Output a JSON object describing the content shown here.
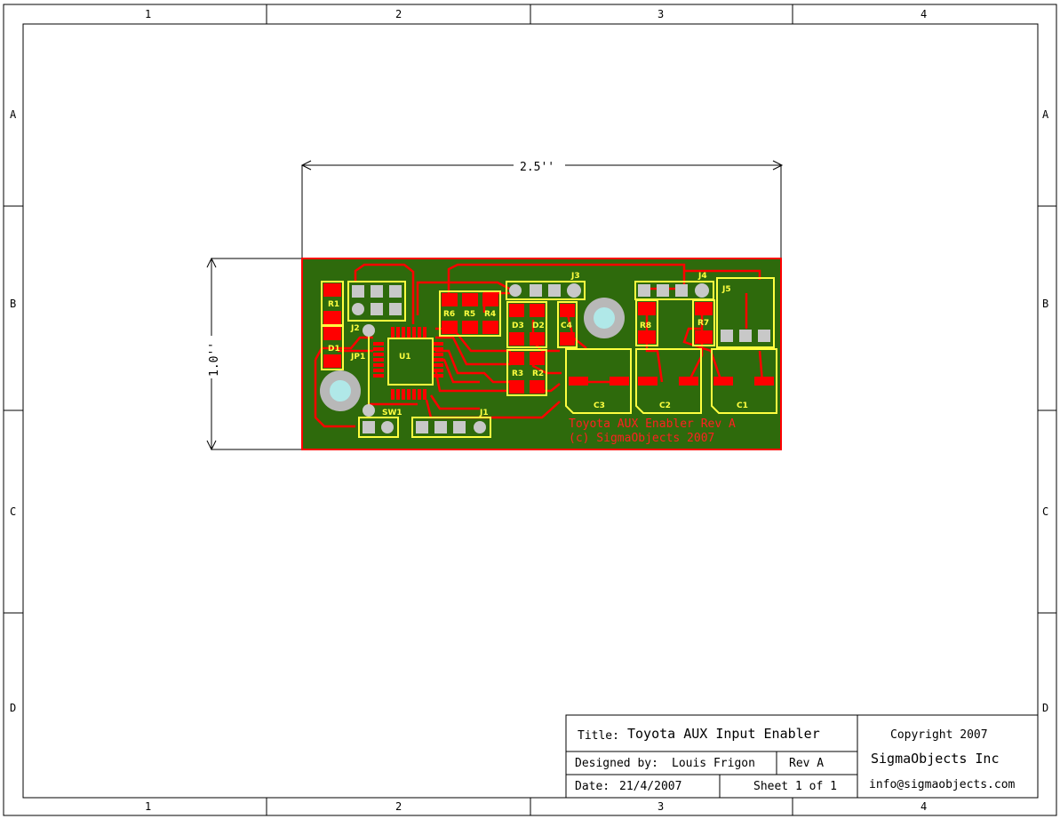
{
  "frame": {
    "col_labels": [
      "1",
      "2",
      "3",
      "4"
    ],
    "row_labels": [
      "A",
      "B",
      "C",
      "D"
    ]
  },
  "dimensions": {
    "width_label": "2.5''",
    "height_label": "1.0''"
  },
  "board": {
    "refdes": [
      "R1",
      "J2",
      "D1",
      "JP1",
      "U1",
      "SW1",
      "J1",
      "R6",
      "R5",
      "R4",
      "D3",
      "D2",
      "R3",
      "R2",
      "C4",
      "J3",
      "J4",
      "J5",
      "R8",
      "R7",
      "C3",
      "C2",
      "C1"
    ],
    "copper_text": [
      "Toyota AUX Enabler Rev A",
      "(c) SigmaObjects 2007"
    ],
    "colors": {
      "substrate": "#2e6a0c",
      "copper": "#ff0000",
      "silkscreen": "#ffff40",
      "pad": "#c8c8c8",
      "hole": "#b0e8e8",
      "mount": "#b8b8b8"
    }
  },
  "title_block": {
    "title_label": "Title:",
    "title_value": "Toyota AUX Input Enabler",
    "designed_label": "Designed by:",
    "designed_value": "Louis Frigon",
    "rev": "Rev A",
    "date_label": "Date:",
    "date_value": "21/4/2007",
    "sheet": "Sheet 1 of 1",
    "copyright": "Copyright 2007",
    "company": "SigmaObjects Inc",
    "email": "info@sigmaobjects.com"
  }
}
